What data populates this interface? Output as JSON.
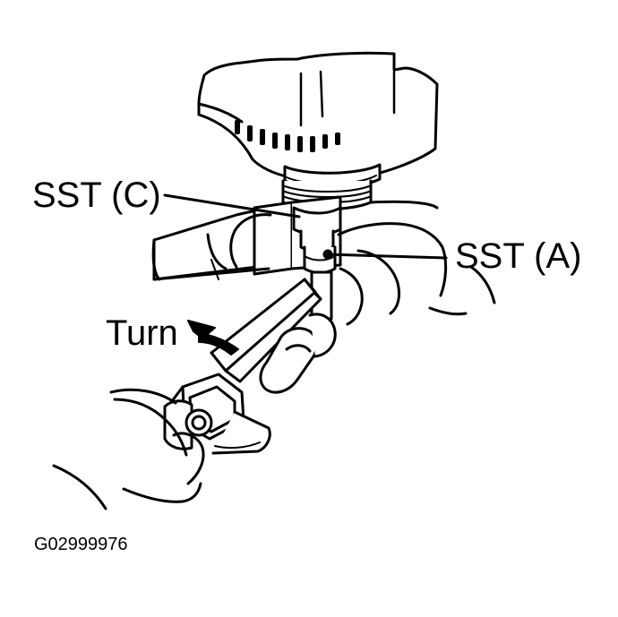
{
  "labels": {
    "sst_c": "SST (C)",
    "sst_a": "SST (A)",
    "turn": "Turn",
    "figure_id": "G02999976"
  },
  "colors": {
    "ink": "#000000",
    "paper": "#ffffff"
  },
  "icons": {
    "turn_arrow": "curved-arrow-icon"
  }
}
